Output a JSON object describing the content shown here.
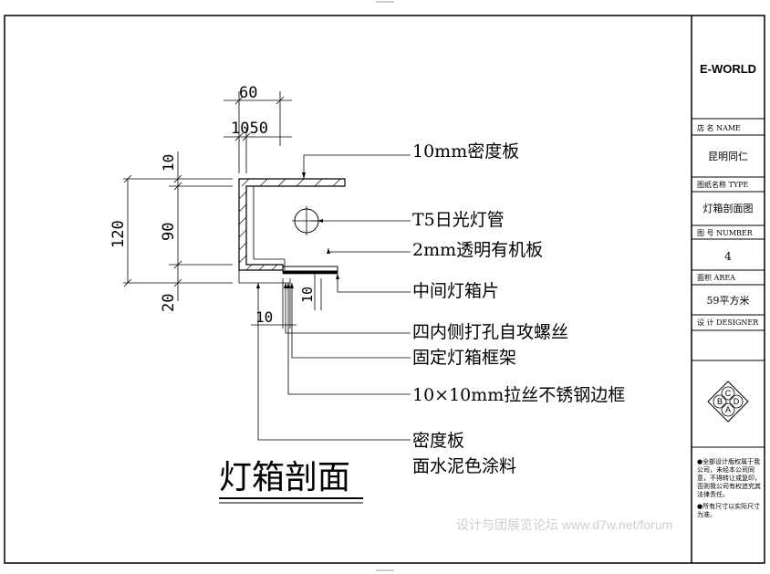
{
  "drawing": {
    "title": "灯箱剖面",
    "dimensions": {
      "top_60": "60",
      "top_1050": "1050",
      "left_10": "10",
      "left_120": "120",
      "left_90": "90",
      "left_20": "20",
      "bottom_10": "10",
      "bottom_10b": "10"
    },
    "callouts": [
      "10mm密度板",
      "T5日光灯管",
      "2mm透明有机板",
      "中间灯箱片",
      "四内侧打孔自攻螺丝",
      "固定灯箱框架",
      "10×10mm拉丝不锈钢边框",
      "密度板",
      "面水泥色涂料"
    ]
  },
  "title_block": {
    "brand": "E-WORLD",
    "shop_label": "店 名 NAME",
    "shop_value": "昆明同仁",
    "type_label": "图纸名称 TYPE",
    "type_value": "灯箱剖面图",
    "number_label": "图 号 NUMBER",
    "number_value": "4",
    "area_label": "面积 AREA",
    "area_value": "59平方米",
    "designer_label": "设 计 DESIGNER",
    "logo_letters": [
      "C",
      "B",
      "D",
      "A"
    ],
    "note1": "●全部设计版权属于我公司，未经本公司同意，不得转让或复印，否则我公司有权追究其法律责任。",
    "note2": "●所有尺寸以实际尺寸为准。"
  },
  "watermark": "设计与团展览论坛 www.d7w.net/forum"
}
